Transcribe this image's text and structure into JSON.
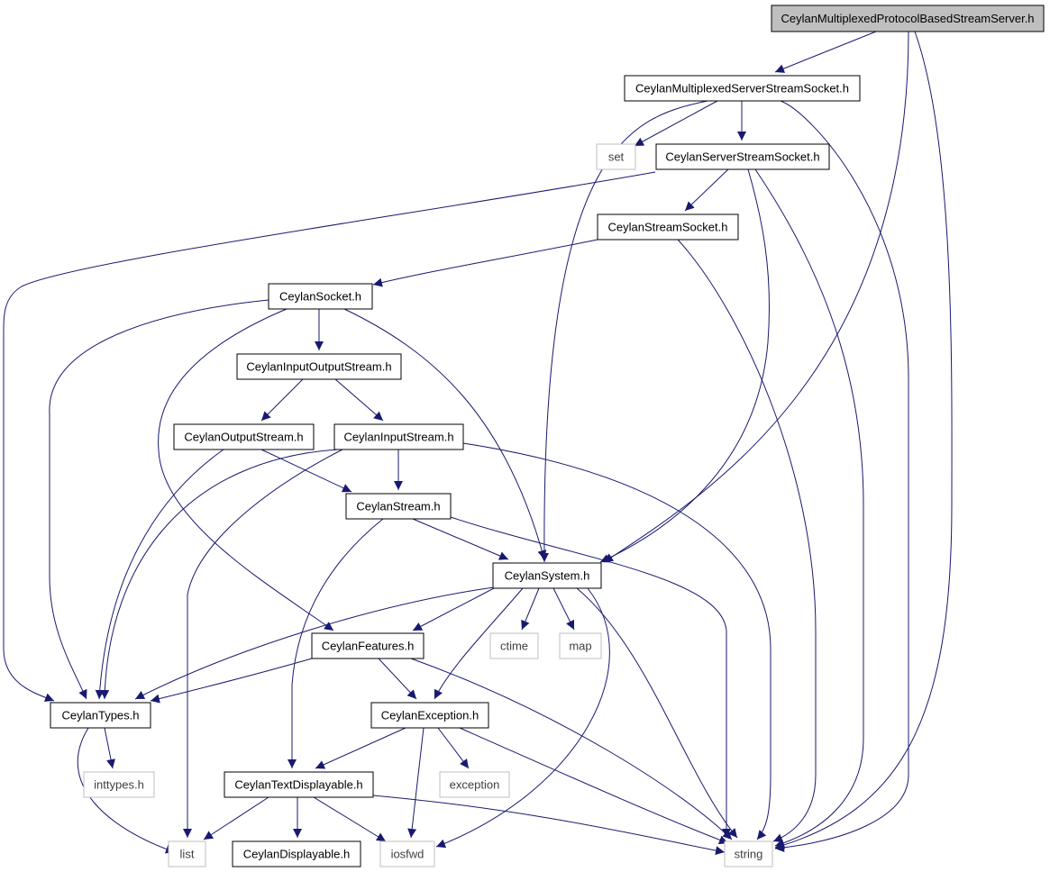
{
  "colors": {
    "edge": "#191970",
    "root_fill": "#bfbfbf",
    "node_fill": "#ffffff",
    "node_border": "#000000",
    "external_border": "#bfbfbf",
    "external_text": "#3f3f3f"
  },
  "nodes": [
    {
      "id": "root",
      "label": "CeylanMultiplexedProtocolBasedStreamServer.h",
      "kind": "root"
    },
    {
      "id": "mss",
      "label": "CeylanMultiplexedServerStreamSocket.h",
      "kind": "internal"
    },
    {
      "id": "set",
      "label": "set",
      "kind": "external"
    },
    {
      "id": "sss",
      "label": "CeylanServerStreamSocket.h",
      "kind": "internal"
    },
    {
      "id": "ss",
      "label": "CeylanStreamSocket.h",
      "kind": "internal"
    },
    {
      "id": "sock",
      "label": "CeylanSocket.h",
      "kind": "internal"
    },
    {
      "id": "ios",
      "label": "CeylanInputOutputStream.h",
      "kind": "internal"
    },
    {
      "id": "os",
      "label": "CeylanOutputStream.h",
      "kind": "internal"
    },
    {
      "id": "is",
      "label": "CeylanInputStream.h",
      "kind": "internal"
    },
    {
      "id": "stream",
      "label": "CeylanStream.h",
      "kind": "internal"
    },
    {
      "id": "sys",
      "label": "CeylanSystem.h",
      "kind": "internal"
    },
    {
      "id": "feat",
      "label": "CeylanFeatures.h",
      "kind": "internal"
    },
    {
      "id": "ctime",
      "label": "ctime",
      "kind": "external"
    },
    {
      "id": "map",
      "label": "map",
      "kind": "external"
    },
    {
      "id": "types",
      "label": "CeylanTypes.h",
      "kind": "internal"
    },
    {
      "id": "exc",
      "label": "CeylanException.h",
      "kind": "internal"
    },
    {
      "id": "inttypes",
      "label": "inttypes.h",
      "kind": "external"
    },
    {
      "id": "exception",
      "label": "exception",
      "kind": "external"
    },
    {
      "id": "td",
      "label": "CeylanTextDisplayable.h",
      "kind": "internal"
    },
    {
      "id": "list",
      "label": "list",
      "kind": "external"
    },
    {
      "id": "disp",
      "label": "CeylanDisplayable.h",
      "kind": "internal"
    },
    {
      "id": "iosfwd",
      "label": "iosfwd",
      "kind": "external"
    },
    {
      "id": "string",
      "label": "string",
      "kind": "external"
    }
  ],
  "edges": [
    {
      "from": "root",
      "to": "mss"
    },
    {
      "from": "root",
      "to": "sys"
    },
    {
      "from": "root",
      "to": "string"
    },
    {
      "from": "mss",
      "to": "set"
    },
    {
      "from": "mss",
      "to": "sss"
    },
    {
      "from": "mss",
      "to": "sys"
    },
    {
      "from": "mss",
      "to": "string"
    },
    {
      "from": "sss",
      "to": "ss"
    },
    {
      "from": "sss",
      "to": "types"
    },
    {
      "from": "sss",
      "to": "sys"
    },
    {
      "from": "sss",
      "to": "string"
    },
    {
      "from": "ss",
      "to": "sock"
    },
    {
      "from": "ss",
      "to": "string"
    },
    {
      "from": "sock",
      "to": "ios"
    },
    {
      "from": "sock",
      "to": "types"
    },
    {
      "from": "sock",
      "to": "feat"
    },
    {
      "from": "sock",
      "to": "sys"
    },
    {
      "from": "ios",
      "to": "os"
    },
    {
      "from": "ios",
      "to": "is"
    },
    {
      "from": "os",
      "to": "stream"
    },
    {
      "from": "os",
      "to": "types"
    },
    {
      "from": "is",
      "to": "stream"
    },
    {
      "from": "is",
      "to": "types"
    },
    {
      "from": "is",
      "to": "list"
    },
    {
      "from": "is",
      "to": "string"
    },
    {
      "from": "stream",
      "to": "sys"
    },
    {
      "from": "stream",
      "to": "td"
    },
    {
      "from": "stream",
      "to": "string"
    },
    {
      "from": "sys",
      "to": "feat"
    },
    {
      "from": "sys",
      "to": "types"
    },
    {
      "from": "sys",
      "to": "ctime"
    },
    {
      "from": "sys",
      "to": "map"
    },
    {
      "from": "sys",
      "to": "exc"
    },
    {
      "from": "sys",
      "to": "iosfwd"
    },
    {
      "from": "sys",
      "to": "string"
    },
    {
      "from": "feat",
      "to": "types"
    },
    {
      "from": "feat",
      "to": "exc"
    },
    {
      "from": "feat",
      "to": "string"
    },
    {
      "from": "types",
      "to": "inttypes"
    },
    {
      "from": "types",
      "to": "list"
    },
    {
      "from": "exc",
      "to": "td"
    },
    {
      "from": "exc",
      "to": "exception"
    },
    {
      "from": "exc",
      "to": "iosfwd"
    },
    {
      "from": "exc",
      "to": "string"
    },
    {
      "from": "td",
      "to": "list"
    },
    {
      "from": "td",
      "to": "disp"
    },
    {
      "from": "td",
      "to": "iosfwd"
    },
    {
      "from": "td",
      "to": "string"
    }
  ]
}
